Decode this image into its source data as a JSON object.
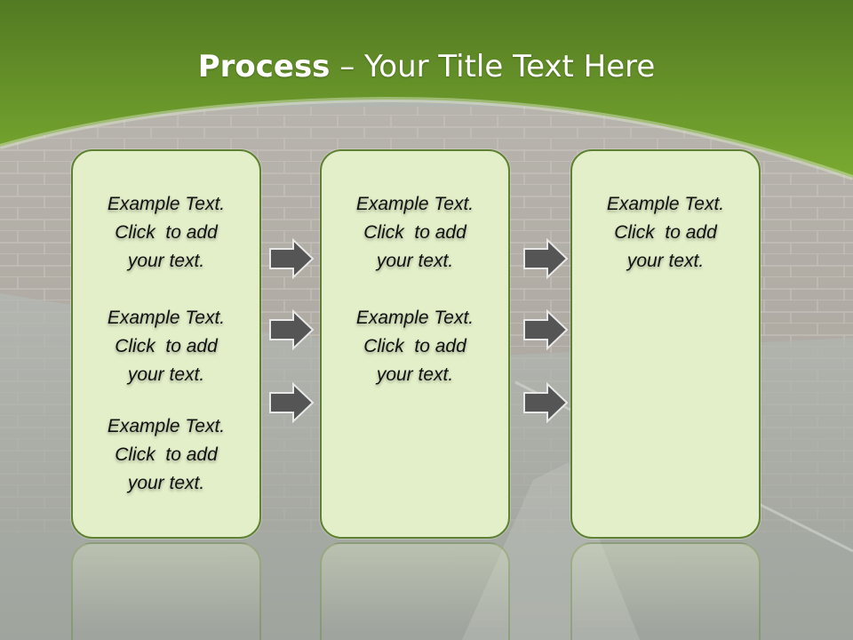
{
  "title": {
    "bold": "Process",
    "rest": " – Your Title Text Here"
  },
  "colors": {
    "header_green": "#6a9a2a",
    "box_fill": "#e3efc9",
    "box_border": "#5f8232",
    "arrow_fill": "#555555"
  },
  "columns": [
    {
      "items": [
        {
          "l1": "Example Text.",
          "l2": "Click  to add",
          "l3": "your text."
        },
        {
          "l1": "Example Text.",
          "l2": "Click  to add",
          "l3": "your text."
        },
        {
          "l1": "Example Text.",
          "l2": "Click  to add",
          "l3": "your text."
        }
      ]
    },
    {
      "items": [
        {
          "l1": "Example Text.",
          "l2": "Click  to add",
          "l3": "your text."
        },
        {
          "l1": "Example Text.",
          "l2": "Click  to add",
          "l3": "your text."
        }
      ]
    },
    {
      "items": [
        {
          "l1": "Example Text.",
          "l2": "Click  to add",
          "l3": "your text."
        }
      ]
    }
  ],
  "arrow_icon": "right-arrow-icon"
}
